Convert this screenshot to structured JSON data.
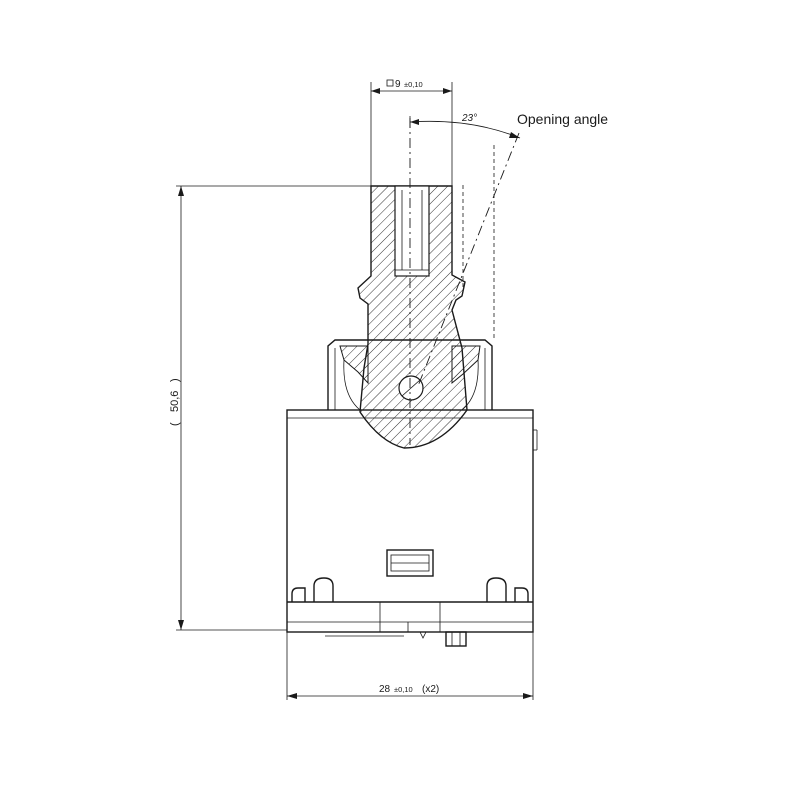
{
  "drawing": {
    "square_size_value": "9",
    "square_size_tol": "±0,10",
    "angle_value": "23°",
    "opening_angle_label": "Opening angle",
    "height_value": "50,6",
    "width_value": "28",
    "width_tol": "±0,10",
    "width_qty": "(x2)"
  }
}
